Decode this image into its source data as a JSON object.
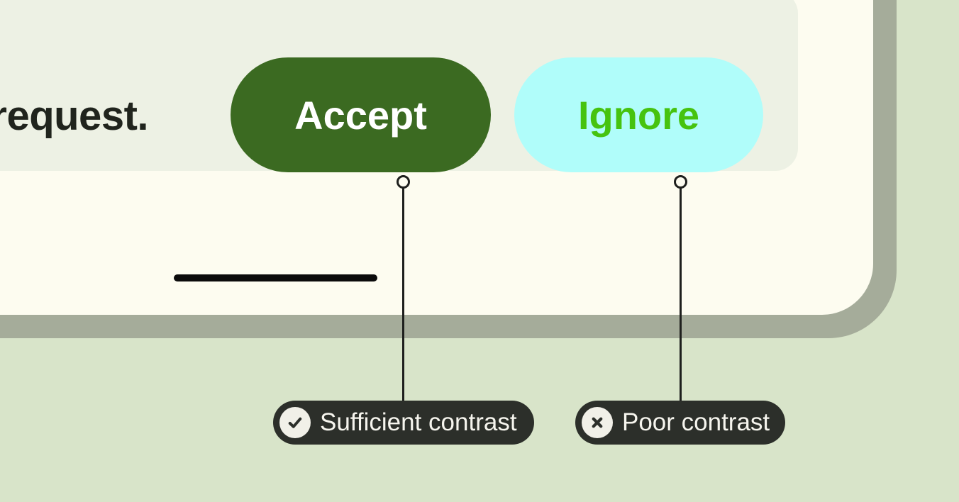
{
  "figure": {
    "message_fragment": "a request.",
    "buttons": [
      {
        "label": "Accept",
        "contrast": "sufficient"
      },
      {
        "label": "Ignore",
        "contrast": "poor"
      }
    ]
  },
  "annotations": [
    {
      "label": "Sufficient contrast",
      "icon": "check-icon"
    },
    {
      "label": "Poor contrast",
      "icon": "close-icon"
    }
  ],
  "colors": {
    "page_bg": "#d8e4c9",
    "frame": "#a5ac9a",
    "screen_bg": "#fdfcf0",
    "card_bg": "#edf1e4",
    "accept_bg": "#3b6a21",
    "accept_text": "#ffffff",
    "ignore_bg": "#b0fdfa",
    "ignore_text": "#46c30f",
    "message_text": "#20241d",
    "callout_bg": "#2c2f2a",
    "callout_text": "#f6f5ee",
    "callout_icon_bg": "#f1f0e8",
    "callout_icon_glyph": "#2c2f2a",
    "connector": "#1e1f1d",
    "home_indicator": "#0b0b0b"
  }
}
